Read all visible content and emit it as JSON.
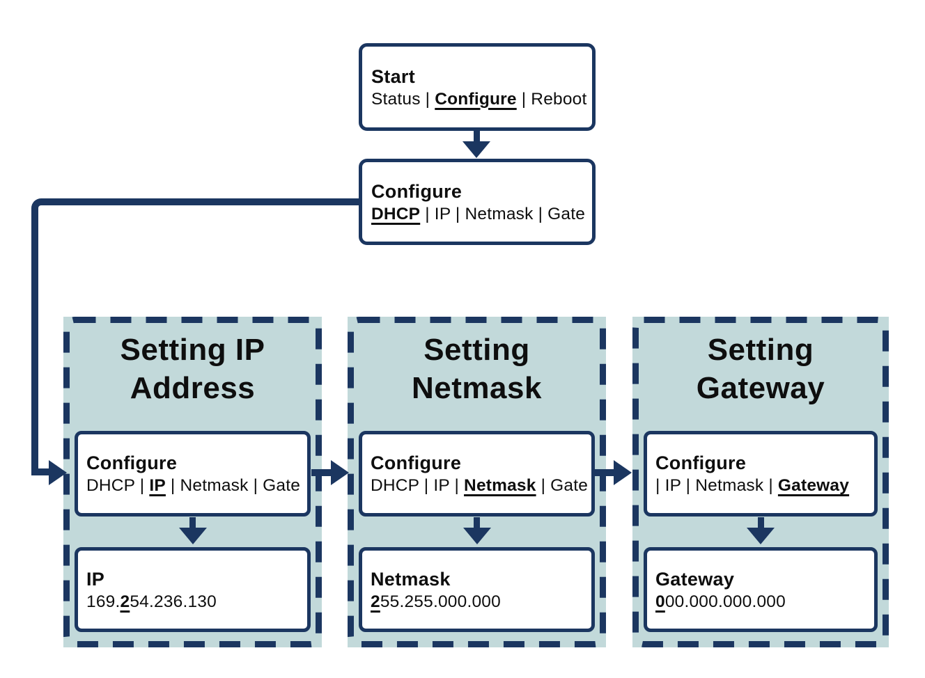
{
  "colors": {
    "navy": "#1B3660",
    "teal": "#C2D9DA",
    "ink": "#0E0E0E",
    "white": "#FFFFFF"
  },
  "start_box": {
    "title": "Start",
    "menu_pre": "Status | ",
    "menu_selected": "Configure",
    "menu_post": " | Reboot"
  },
  "configure_box": {
    "title": "Configure",
    "menu_pre": "",
    "menu_selected": "DHCP",
    "menu_post": " | IP | Netmask | Gate"
  },
  "panels": [
    {
      "title_line1": "Setting IP",
      "title_line2": "Address",
      "configure_title": "Configure",
      "menu_pre": "DHCP | ",
      "menu_selected": "IP",
      "menu_post": " | Netmask | Gate",
      "value_title": "IP",
      "value_pre": "169.",
      "value_selected": "2",
      "value_post": "54.236.130"
    },
    {
      "title_line1": "Setting",
      "title_line2": "Netmask",
      "configure_title": "Configure",
      "menu_pre": "DHCP | IP | ",
      "menu_selected": "Netmask",
      "menu_post": " | Gate",
      "value_title": "Netmask",
      "value_pre": "",
      "value_selected": "2",
      "value_post": "55.255.000.000"
    },
    {
      "title_line1": "Setting",
      "title_line2": "Gateway",
      "configure_title": "Configure",
      "menu_pre": "| IP | Netmask | ",
      "menu_selected": "Gateway",
      "menu_post": "",
      "value_title": "Gateway",
      "value_pre": "",
      "value_selected": "0",
      "value_post": "00.000.000.000"
    }
  ]
}
